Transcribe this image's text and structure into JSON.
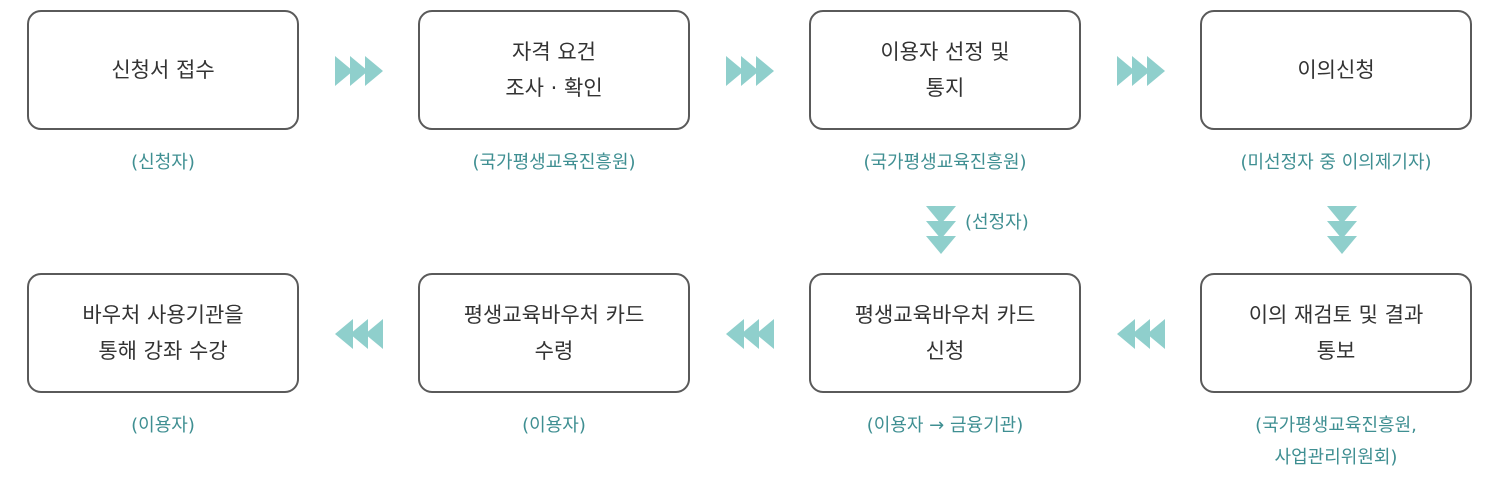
{
  "steps": {
    "step1": {
      "lines": [
        "신청서 접수"
      ],
      "role": [
        "(신청자)"
      ]
    },
    "step2": {
      "lines": [
        "자격 요건",
        "조사 · 확인"
      ],
      "role": [
        "(국가평생교육진흥원)"
      ]
    },
    "step3": {
      "lines": [
        "이용자 선정 및",
        "통지"
      ],
      "role": [
        "(국가평생교육진흥원)"
      ]
    },
    "step4": {
      "lines": [
        "이의신청"
      ],
      "role": [
        "(미선정자 중 이의제기자)"
      ]
    },
    "step5": {
      "lines": [
        "이의 재검토 및 결과",
        "통보"
      ],
      "role": [
        "(국가평생교육진흥원,",
        "사업관리위원회)"
      ]
    },
    "step6": {
      "lines": [
        "평생교육바우처 카드",
        "신청"
      ],
      "role": [
        "(이용자 → 금융기관)"
      ]
    },
    "step7": {
      "lines": [
        "평생교육바우처 카드",
        "수령"
      ],
      "role": [
        "(이용자)"
      ]
    },
    "step8": {
      "lines": [
        "바우처 사용기관을",
        "통해 강좌 수강"
      ],
      "role": [
        "(이용자)"
      ]
    }
  },
  "selected_label": "(선정자)",
  "colors": {
    "arrow": "#8fcfcc",
    "role_text": "#3f8f92",
    "box_border": "#5a5a5a"
  }
}
